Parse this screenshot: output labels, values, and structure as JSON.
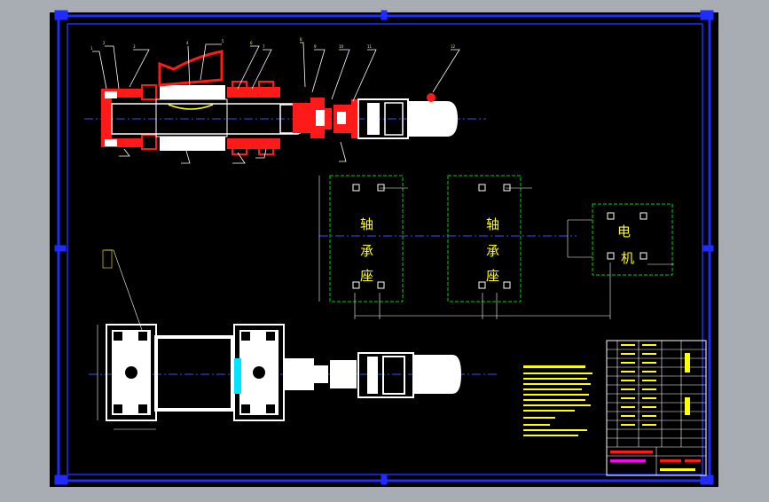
{
  "colors": {
    "background": "#a7adb3",
    "sheet": "#000000",
    "frame": "#1f2cff",
    "white": "#ffffff",
    "red": "#ff1a1a",
    "green": "#00d000",
    "cyan": "#00e5ff",
    "yellow": "#ffff00",
    "magenta": "#ff00ff",
    "centerline": "#3b4bff"
  },
  "labels": {
    "bearing_seat_1": [
      "轴",
      "承",
      "座"
    ],
    "bearing_seat_2": [
      "轴",
      "承",
      "座"
    ],
    "motor": [
      "电",
      "机"
    ]
  }
}
